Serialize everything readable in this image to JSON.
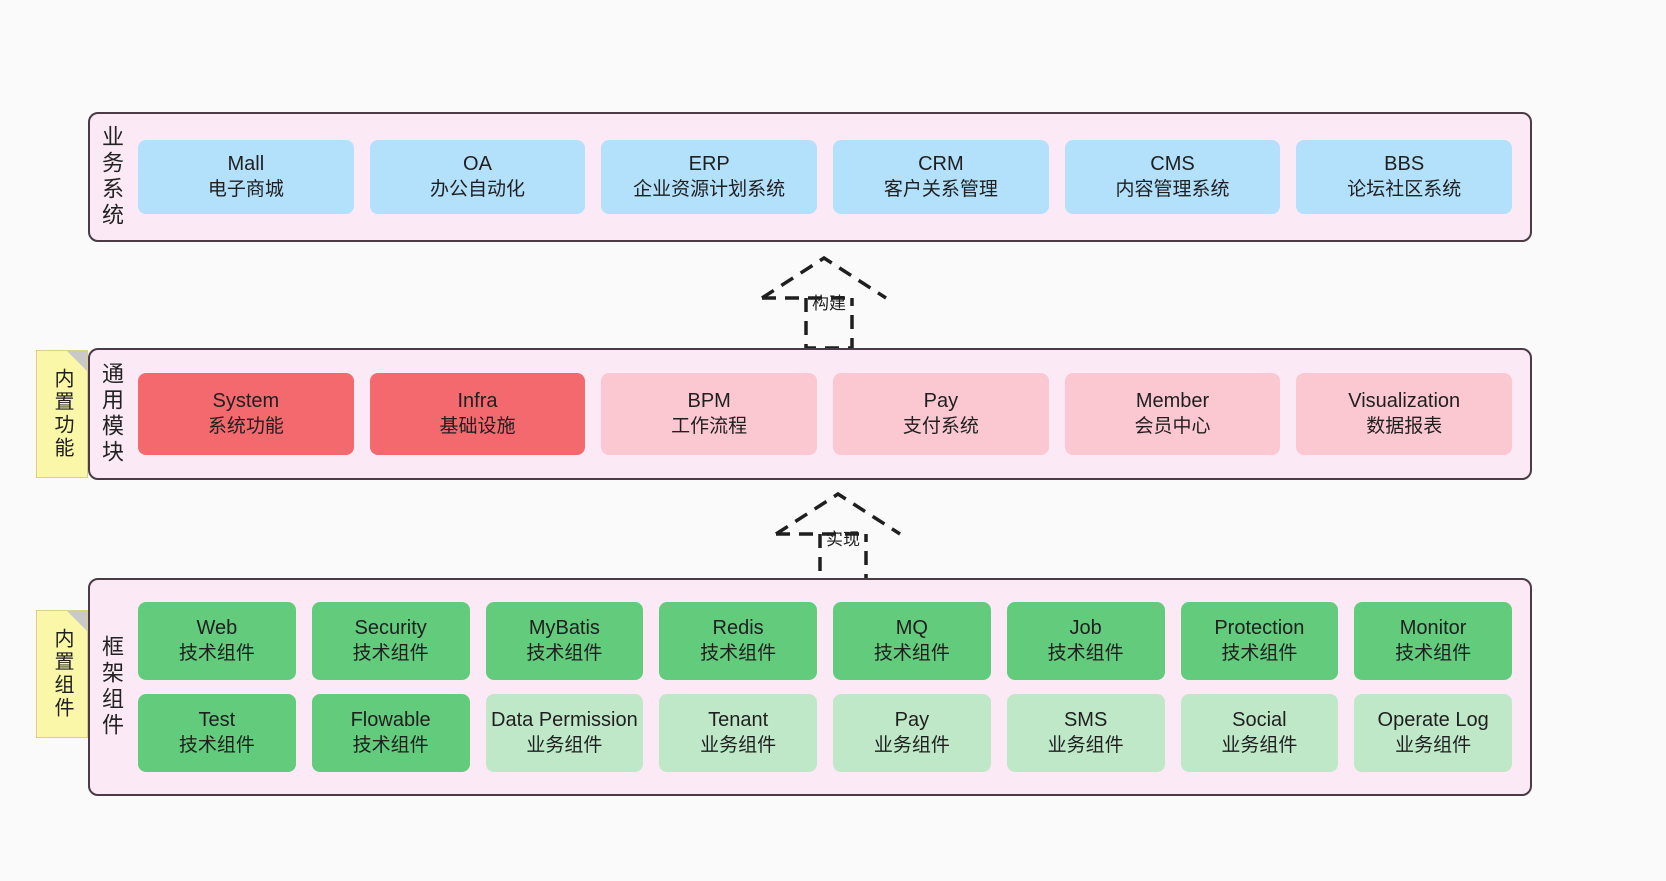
{
  "layers": {
    "business": {
      "title": "业务系统",
      "items": [
        {
          "name": "Mall",
          "desc": "电子商城"
        },
        {
          "name": "OA",
          "desc": "办公自动化"
        },
        {
          "name": "ERP",
          "desc": "企业资源计划系统"
        },
        {
          "name": "CRM",
          "desc": "客户关系管理"
        },
        {
          "name": "CMS",
          "desc": "内容管理系统"
        },
        {
          "name": "BBS",
          "desc": "论坛社区系统"
        }
      ]
    },
    "modules": {
      "title": "通用模块",
      "sticky": "内置功能",
      "items": [
        {
          "name": "System",
          "desc": "系统功能",
          "emphasis": "strong"
        },
        {
          "name": "Infra",
          "desc": "基础设施",
          "emphasis": "strong"
        },
        {
          "name": "BPM",
          "desc": "工作流程",
          "emphasis": "light"
        },
        {
          "name": "Pay",
          "desc": "支付系统",
          "emphasis": "light"
        },
        {
          "name": "Member",
          "desc": "会员中心",
          "emphasis": "light"
        },
        {
          "name": "Visualization",
          "desc": "数据报表",
          "emphasis": "light"
        }
      ]
    },
    "framework": {
      "title": "框架组件",
      "sticky": "内置组件",
      "row1": [
        {
          "name": "Web",
          "desc": "技术组件",
          "emphasis": "strong"
        },
        {
          "name": "Security",
          "desc": "技术组件",
          "emphasis": "strong"
        },
        {
          "name": "MyBatis",
          "desc": "技术组件",
          "emphasis": "strong"
        },
        {
          "name": "Redis",
          "desc": "技术组件",
          "emphasis": "strong"
        },
        {
          "name": "MQ",
          "desc": "技术组件",
          "emphasis": "strong"
        },
        {
          "name": "Job",
          "desc": "技术组件",
          "emphasis": "strong"
        },
        {
          "name": "Protection",
          "desc": "技术组件",
          "emphasis": "strong"
        },
        {
          "name": "Monitor",
          "desc": "技术组件",
          "emphasis": "strong"
        }
      ],
      "row2": [
        {
          "name": "Test",
          "desc": "技术组件",
          "emphasis": "strong"
        },
        {
          "name": "Flowable",
          "desc": "技术组件",
          "emphasis": "strong"
        },
        {
          "name": "Data Permission",
          "desc": "业务组件",
          "emphasis": "light"
        },
        {
          "name": "Tenant",
          "desc": "业务组件",
          "emphasis": "light"
        },
        {
          "name": "Pay",
          "desc": "业务组件",
          "emphasis": "light"
        },
        {
          "name": "SMS",
          "desc": "业务组件",
          "emphasis": "light"
        },
        {
          "name": "Social",
          "desc": "业务组件",
          "emphasis": "light"
        },
        {
          "name": "Operate Log",
          "desc": "业务组件",
          "emphasis": "light"
        }
      ]
    }
  },
  "connectors": [
    {
      "label": "构建",
      "from": "通用模块",
      "to": "业务系统"
    },
    {
      "label": "实现",
      "from": "框架组件",
      "to": "通用模块"
    }
  ],
  "colors": {
    "canvas": "#fafafa",
    "band_fill": "#fbeaf5",
    "band_border": "#4a3b45",
    "business_card": "#b3e0fb",
    "module_strong": "#f4696e",
    "module_light": "#fbc8d2",
    "framework_strong": "#62cb7c",
    "framework_light": "#bfe8c8",
    "sticky": "#fbf7a8",
    "sticky_fold": "#c9c9c9",
    "connector_stroke": "#1f1f1f"
  }
}
